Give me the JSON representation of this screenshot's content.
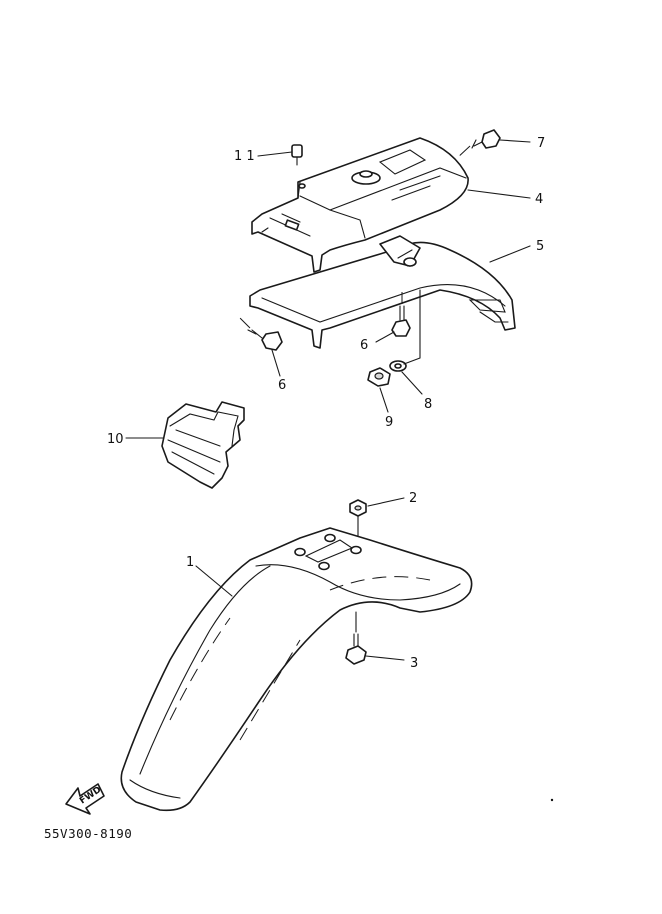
{
  "callouts": [
    {
      "id": "11",
      "text": "1 1"
    },
    {
      "id": "7",
      "text": "7"
    },
    {
      "id": "4",
      "text": "4"
    },
    {
      "id": "5",
      "text": "5"
    },
    {
      "id": "6a",
      "text": "6"
    },
    {
      "id": "6b",
      "text": "6"
    },
    {
      "id": "8",
      "text": "8"
    },
    {
      "id": "9",
      "text": "9"
    },
    {
      "id": "10",
      "text": "10"
    },
    {
      "id": "2",
      "text": "2"
    },
    {
      "id": "1",
      "text": "1"
    },
    {
      "id": "3",
      "text": "3"
    }
  ],
  "direction_arrow": "FWD",
  "diagram_code": "55V300-8190"
}
